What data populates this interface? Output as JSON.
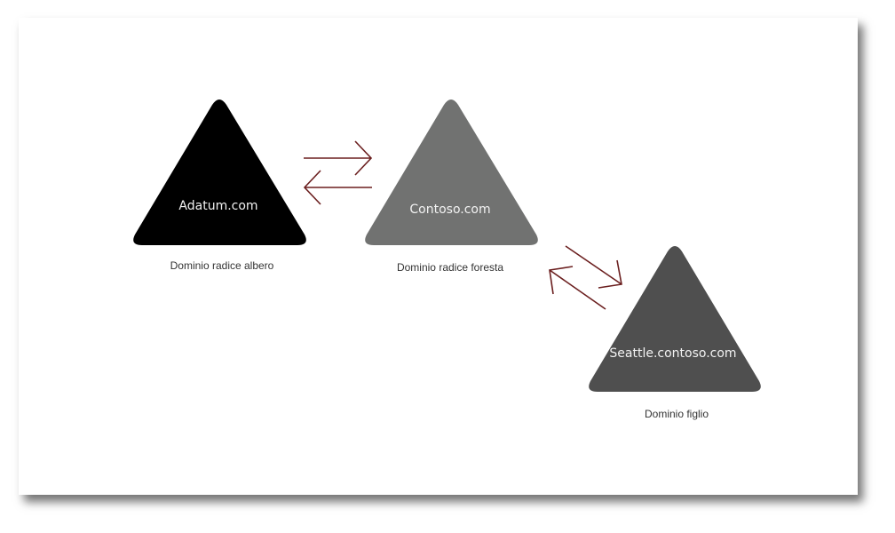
{
  "diagram": {
    "domains": [
      {
        "name": "Adatum.com",
        "caption": "Dominio radice albero",
        "color": "#000000"
      },
      {
        "name": "Contoso.com",
        "caption": "Dominio radice foresta",
        "color": "#717271"
      },
      {
        "name": "Seattle.contoso.com",
        "caption": "Dominio figlio",
        "color": "#4f4f4f"
      }
    ],
    "arrow_color": "#6b1f1f"
  }
}
